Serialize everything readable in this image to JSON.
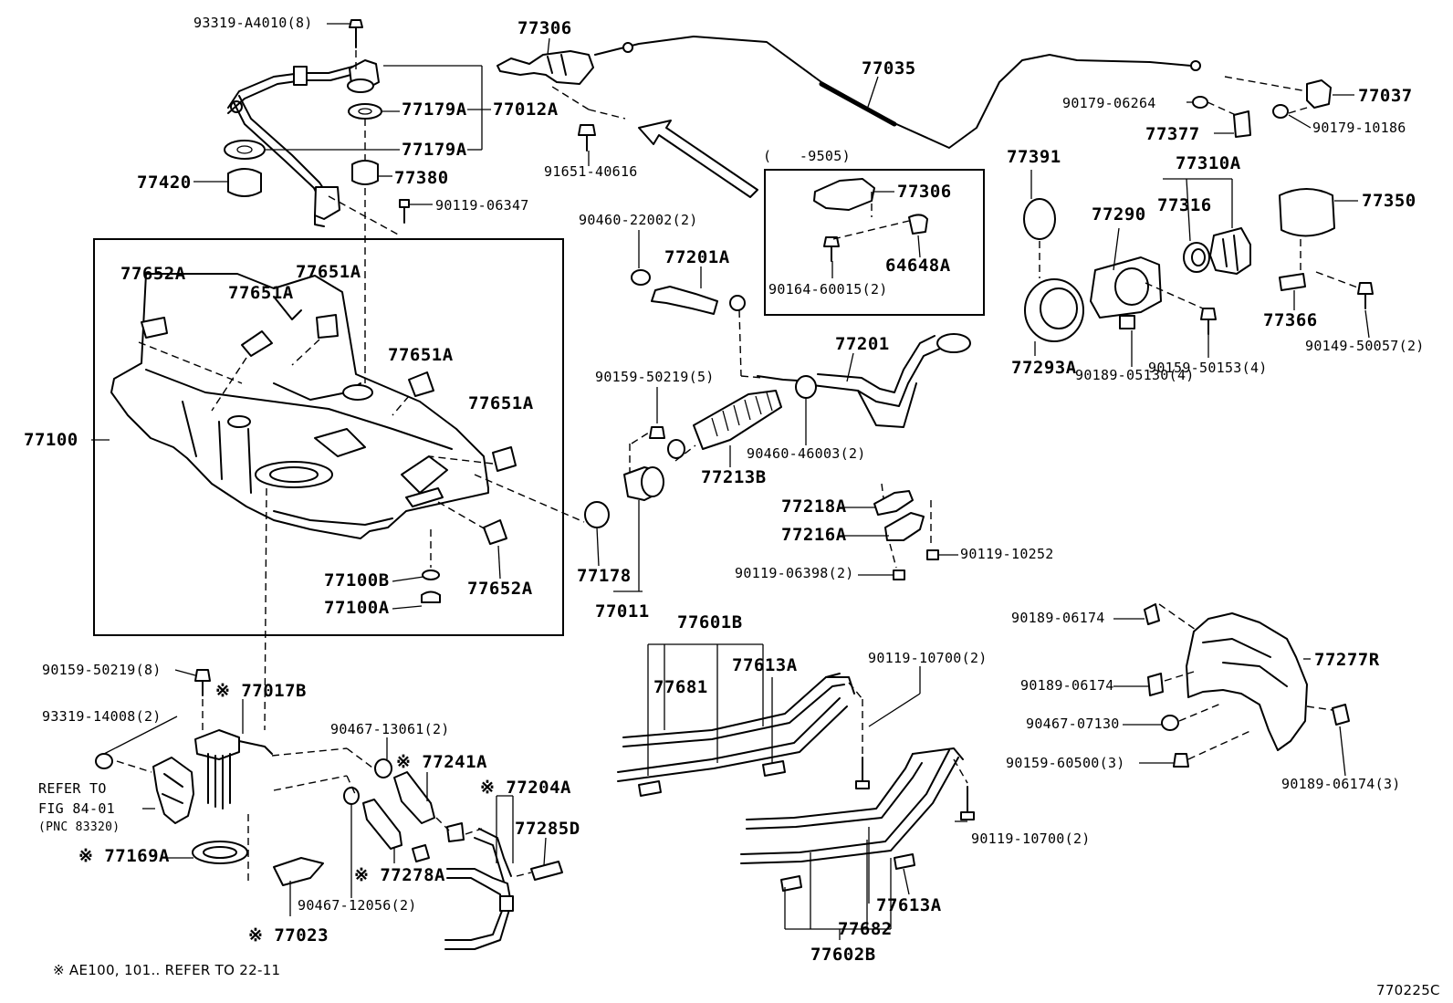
{
  "labels": {
    "l_93319_A4010": "93319-A4010(8)",
    "l_77306_top": "77306",
    "l_77035": "77035",
    "l_77037": "77037",
    "l_77179A_1": "77179A",
    "l_77012A": "77012A",
    "l_77179A_2": "77179A",
    "l_77380": "77380",
    "l_77420": "77420",
    "l_90119_06347": "90119-06347",
    "l_91651_40616": "91651-40616",
    "l_90179_06264": "90179-06264",
    "l_77377": "77377",
    "l_90179_10186": "90179-10186",
    "l_9505": "(　　-9505)",
    "l_77306_box": "77306",
    "l_64648A": "64648A",
    "l_90164_60015": "90164-60015(2)",
    "l_77391": "77391",
    "l_77310A": "77310A",
    "l_77290": "77290",
    "l_77316": "77316",
    "l_77350": "77350",
    "l_90460_22002": "90460-22002(2)",
    "l_77201A": "77201A",
    "l_77652A_1": "77652A",
    "l_77651A_1": "77651A",
    "l_77651A_2": "77651A",
    "l_77201": "77201",
    "l_77366": "77366",
    "l_90149_50057": "90149-50057(2)",
    "l_77293A": "77293A",
    "l_90159_50153": "90159-50153(4)",
    "l_90189_05130": "90189-05130(4)",
    "l_77651A_3": "77651A",
    "l_77651A_4": "77651A",
    "l_77100": "77100",
    "l_90159_50219_5": "90159-50219(5)",
    "l_90460_46003": "90460-46003(2)",
    "l_77213B": "77213B",
    "l_77218A": "77218A",
    "l_77216A": "77216A",
    "l_90119_10252": "90119-10252",
    "l_90119_06398": "90119-06398(2)",
    "l_77100B": "77100B",
    "l_77652A_2": "77652A",
    "l_77178": "77178",
    "l_77100A": "77100A",
    "l_77011": "77011",
    "l_77601B": "77601B",
    "l_77613A_1": "77613A",
    "l_90119_10700_1": "90119-10700(2)",
    "l_77681": "77681",
    "l_90189_06174_1": "90189-06174",
    "l_77277R": "77277R",
    "l_90189_06174_2": "90189-06174",
    "l_90467_07130": "90467-07130",
    "l_90159_60500": "90159-60500(3)",
    "l_90189_06174_3": "90189-06174(3)",
    "l_90159_50219_8": "90159-50219(8)",
    "l_77017B": "※ 77017B",
    "l_93319_14008": "93319-14008(2)",
    "l_90467_13061": "90467-13061(2)",
    "l_77241A": "※ 77241A",
    "l_77204A": "※ 77204A",
    "l_refer1": "REFER TO",
    "l_refer2": "FIG 84-01",
    "l_refer3": "(PNC 83320)",
    "l_77285D": "77285D",
    "l_77169A": "※ 77169A",
    "l_77278A": "※ 77278A",
    "l_90467_12056": "90467-12056(2)",
    "l_77023": "※ 77023",
    "l_90119_10700_2": "90119-10700(2)",
    "l_77613A_2": "77613A",
    "l_77682": "77682",
    "l_77602B": "77602B",
    "l_footnote": "※  AE100, 101.. REFER TO 22-11",
    "l_figcode": "770225C"
  }
}
